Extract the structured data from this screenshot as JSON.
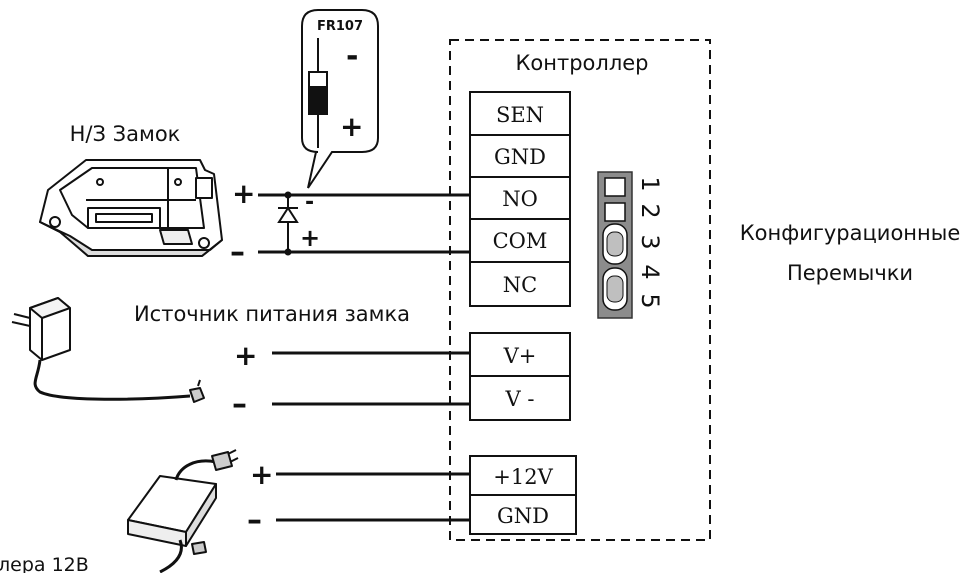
{
  "labels": {
    "lock": "Н/З Замок",
    "controller": "Контроллер",
    "jumpers_line1": "Конфигурационные",
    "jumpers_line2": "Перемычки",
    "lock_power": "Источник питания замка",
    "controller_power_partial": "лера 12В"
  },
  "diode": {
    "model": "FR107",
    "minus": "-",
    "plus": "+"
  },
  "terminals_top": [
    "SEN",
    "GND",
    "NO",
    "COM",
    "NC"
  ],
  "terminals_mid": [
    "V+",
    "V -"
  ],
  "terminals_bottom": [
    "+12V",
    "GND"
  ],
  "jumper_numbers": [
    "1",
    "2",
    "3",
    "4",
    "5"
  ],
  "wire_signs": {
    "lock_plus": "+",
    "lock_minus": "–",
    "diode_minus": "-",
    "diode_plus": "+",
    "psu_plus": "+",
    "psu_minus": "–",
    "ctrl_plus": "+",
    "ctrl_minus": "–"
  },
  "colors": {
    "line": "#111111",
    "jumper_block": "#8c8c8c",
    "background": "#ffffff"
  }
}
